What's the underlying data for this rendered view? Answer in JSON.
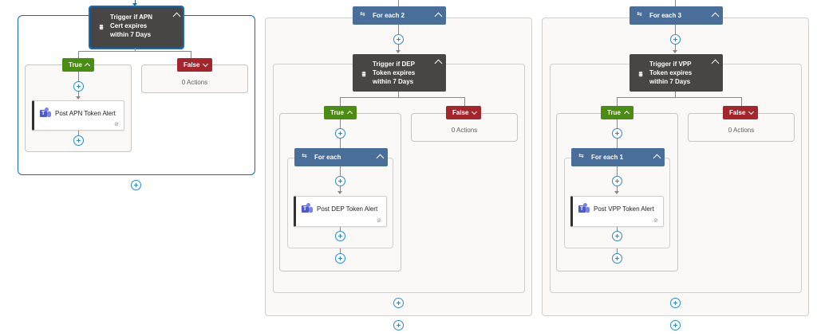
{
  "colors": {
    "condition": "#484644",
    "foreach": "#4a6e9a",
    "true_branch": "#4b8c12",
    "false_branch": "#a4262c",
    "selection": "#0f6cbd",
    "add_button": "#2b88d8"
  },
  "icons": {
    "condition": "condition-icon",
    "foreach": "loop-icon",
    "teams": "teams-icon",
    "link": "link-icon",
    "add": "plus-circle-icon"
  },
  "column1": {
    "condition_title": "Trigger if APN Cert expires within 7 Days",
    "true_label": "True",
    "false_label": "False",
    "false_actions": "0 Actions",
    "action_label": "Post APN Token Alert"
  },
  "column2": {
    "foreach_outer_label": "For each 2",
    "condition_title": "Trigger if DEP Token expires within 7 Days",
    "true_label": "True",
    "false_label": "False",
    "false_actions": "0 Actions",
    "foreach_inner_label": "For each",
    "action_label": "Post DEP Token Alert"
  },
  "column3": {
    "foreach_outer_label": "For each 3",
    "condition_title": "Trigger if VPP Token expires within 7 Days",
    "true_label": "True",
    "false_label": "False",
    "false_actions": "0 Actions",
    "foreach_inner_label": "For each 1",
    "action_label": "Post VPP Token Alert"
  }
}
